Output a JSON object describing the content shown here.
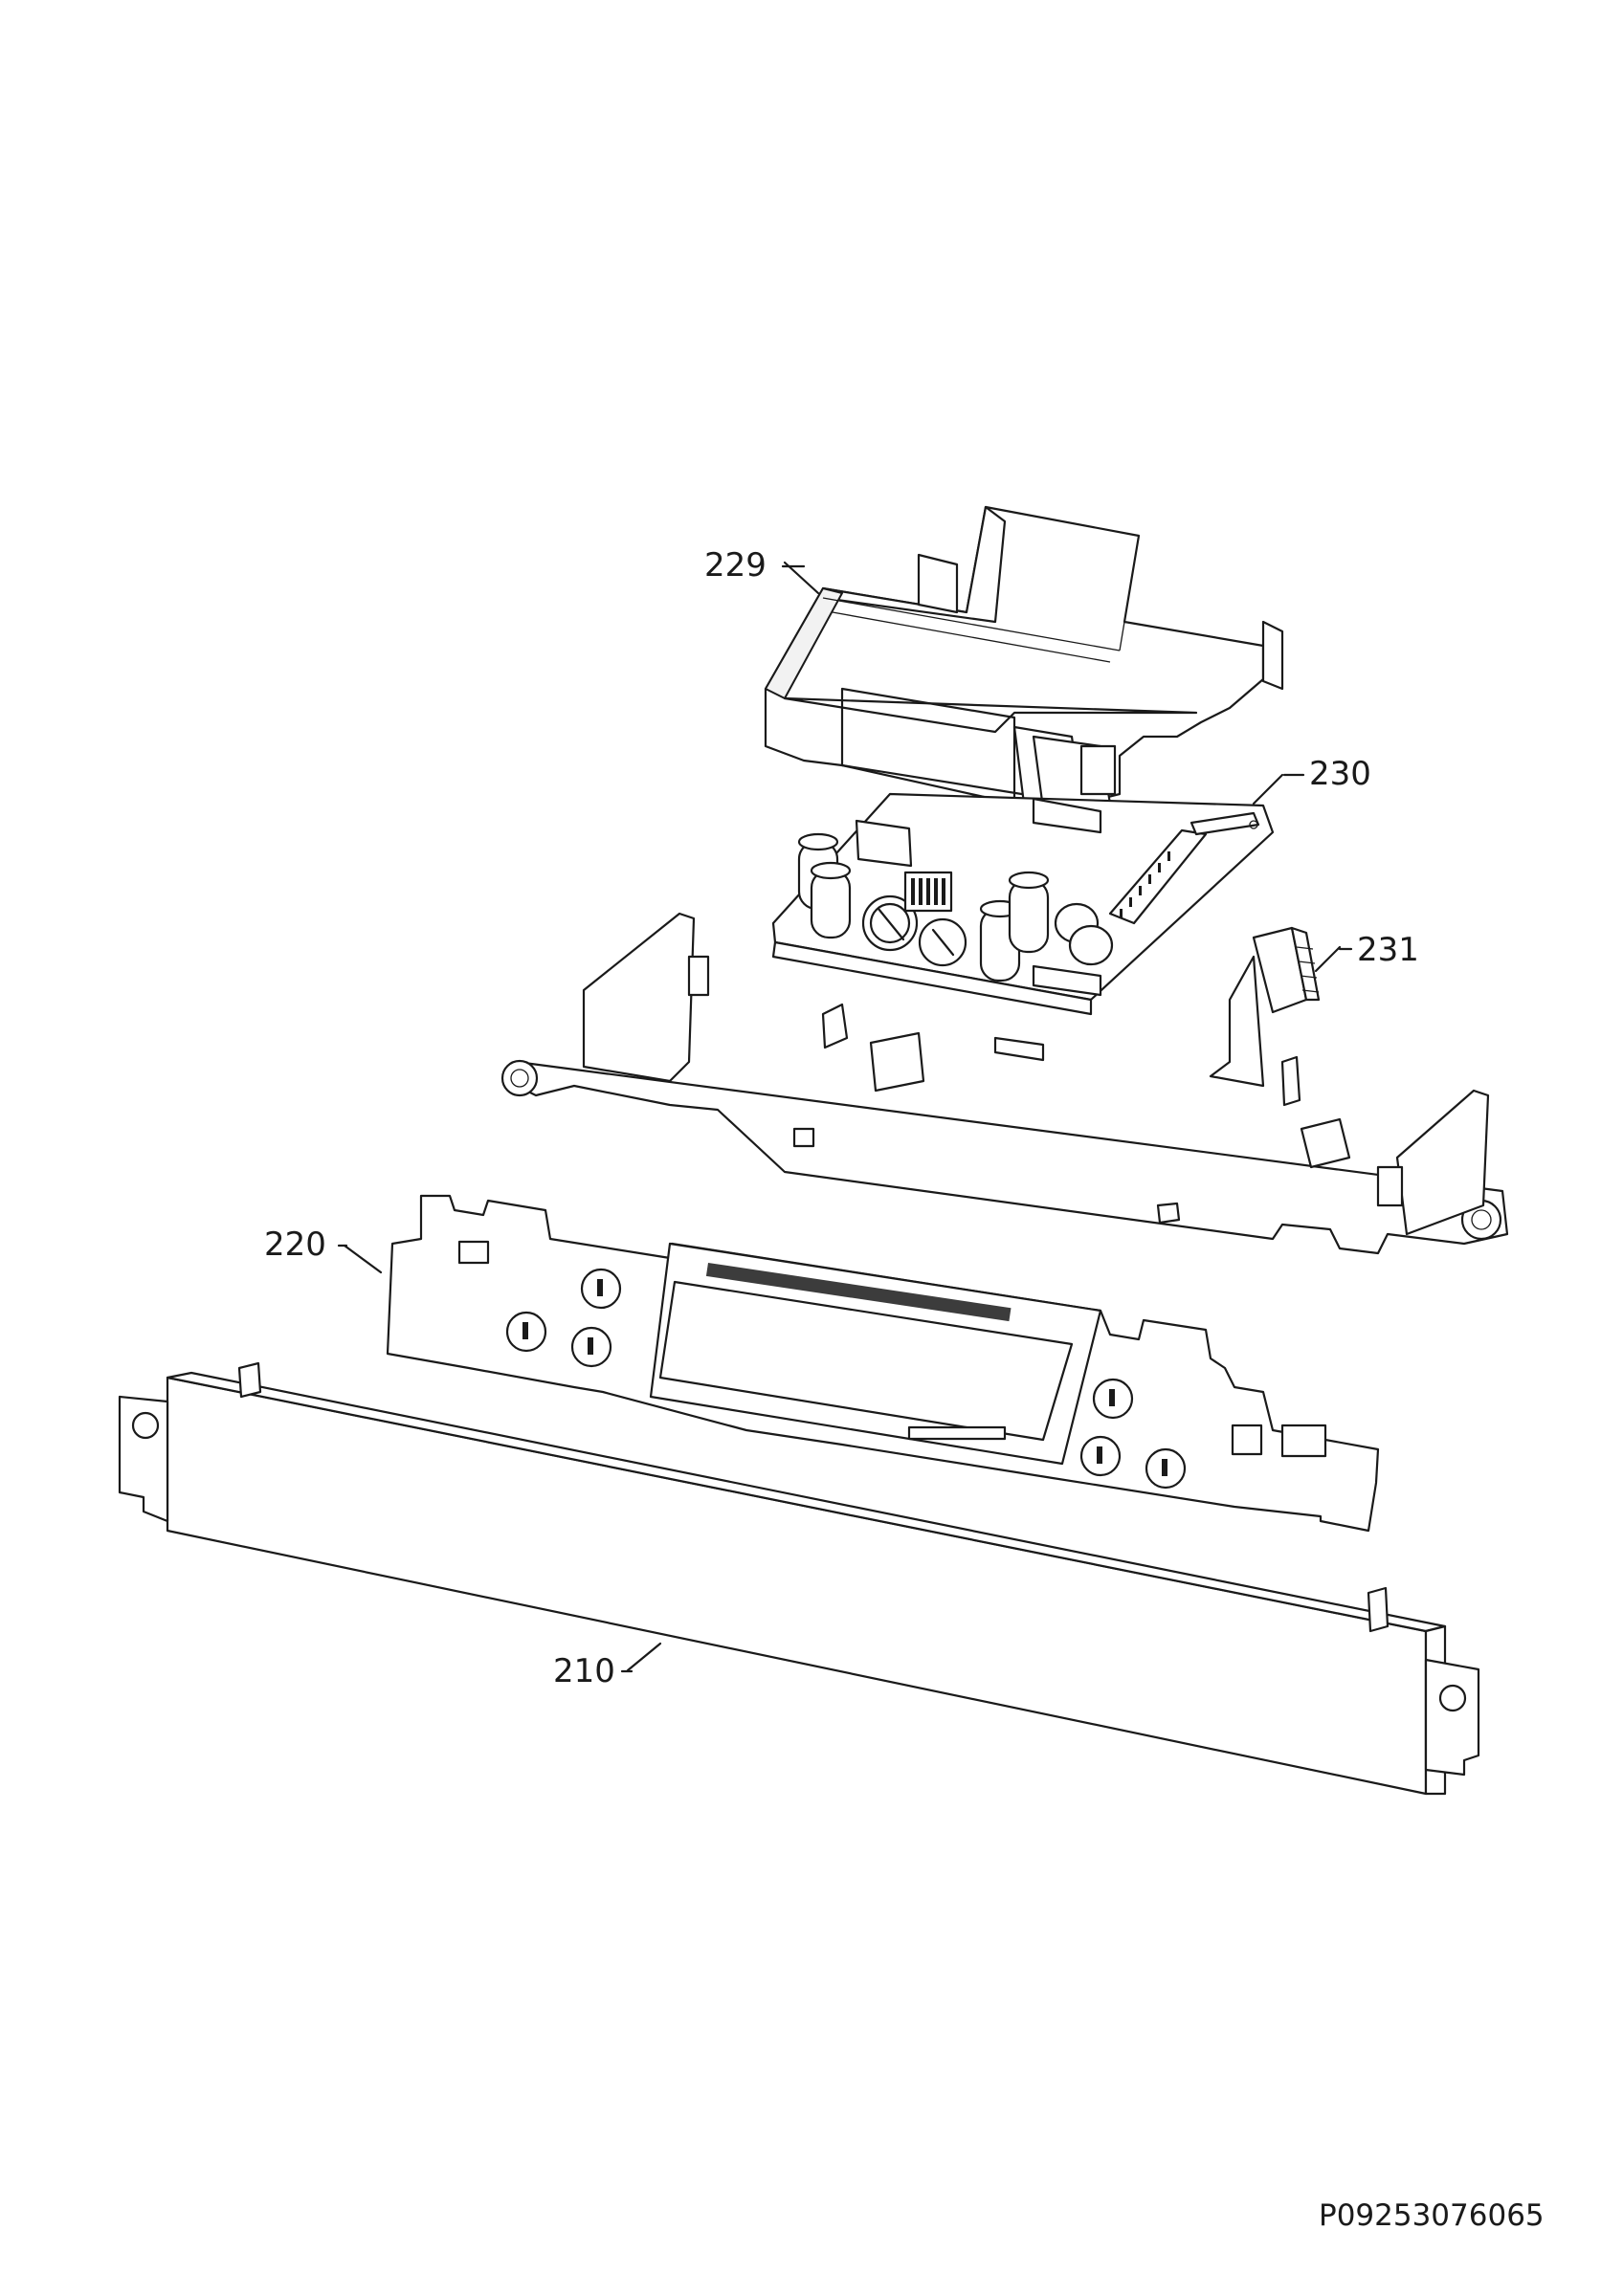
{
  "parts": [
    {
      "id": "229",
      "label": "229",
      "description": ""
    },
    {
      "id": "230",
      "label": "230",
      "description": ""
    },
    {
      "id": "231",
      "label": "231",
      "description": ""
    },
    {
      "id": "220",
      "label": "220",
      "description": ""
    },
    {
      "id": "210",
      "label": "210",
      "description": ""
    }
  ],
  "drawing_code": "P09253076065",
  "colors": {
    "line": "#1a1a1a",
    "background": "#ffffff"
  }
}
